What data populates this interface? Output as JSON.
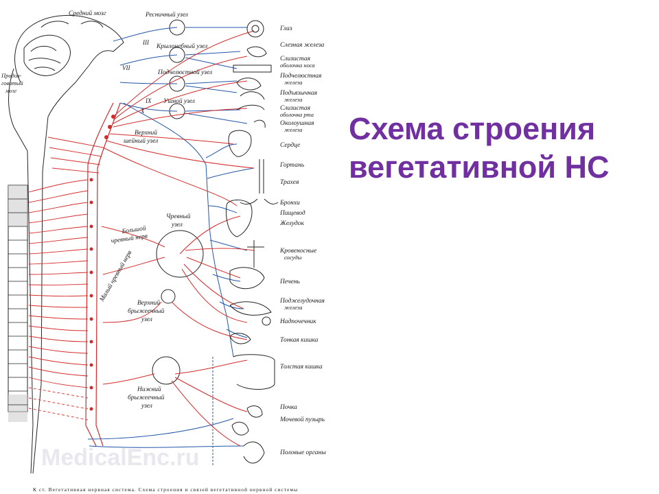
{
  "slide": {
    "title_line1": "Схема строения",
    "title_line2": "вегетативной НС",
    "title_color": "#7030a0"
  },
  "figure": {
    "watermark": "MedicalEnc.ru",
    "caption": "К ст. Вегетативная нервная система. Схема строения и связей вегетативной нервной системы",
    "brain_labels": {
      "midbrain": "Средний мозг",
      "medulla_line1": "Продол-",
      "medulla_line2": "говатый",
      "medulla_line3": "мозг"
    },
    "ganglia": {
      "ciliary": "Ресничный узел",
      "pterygopalatine": "Крылонебный узел",
      "submandibular": "Подчелюстной узел",
      "otic": "Ушной узел",
      "superior_cervical_line1": "Верхний",
      "superior_cervical_line2": "шейный узел",
      "celiac_line1": "Чревный",
      "celiac_line2": "узел",
      "greater_splanchnic_line1": "Большой",
      "greater_splanchnic_line2": "чревный нерв",
      "lesser_splanchnic": "Малый чревный нерв",
      "superior_mesenteric_line1": "Верхний",
      "superior_mesenteric_line2": "брыжеечный",
      "superior_mesenteric_line3": "узел",
      "inferior_mesenteric_line1": "Нижний",
      "inferior_mesenteric_line2": "брыжеечный",
      "inferior_mesenteric_line3": "узел"
    },
    "cranial_nerves": [
      "III",
      "VII",
      "IX",
      "X"
    ],
    "organs": {
      "eye": "Глаз",
      "lacrimal_gland": "Слезная железа",
      "nasal_mucosa_line1": "Слизистая",
      "nasal_mucosa_line2": "оболочка носа",
      "submandibular_gland_line1": "Подчелюстная",
      "submandibular_gland_line2": "железа",
      "sublingual_gland_line1": "Подъязычная",
      "sublingual_gland_line2": "железа",
      "oral_mucosa_line1": "Слизистая",
      "oral_mucosa_line2": "оболочка рта",
      "parotid_line1": "Околоушная",
      "parotid_line2": "железа",
      "heart": "Сердце",
      "larynx": "Гортань",
      "trachea": "Трахея",
      "bronchi": "Бронхи",
      "esophagus": "Пищевод",
      "stomach": "Желудок",
      "vessels_line1": "Кровеносные",
      "vessels_line2": "сосуды",
      "liver": "Печень",
      "pancreas_line1": "Поджелудочная",
      "pancreas_line2": "железа",
      "adrenal": "Надпочечник",
      "small_intestine": "Тонкая кишка",
      "large_intestine": "Толстая кишка",
      "kidney": "Почка",
      "bladder": "Мочевой пузырь",
      "genitals": "Половые органы"
    },
    "colors": {
      "sympathetic": "#d42a2a",
      "parasympathetic": "#2255a8",
      "outline": "#222222"
    }
  }
}
